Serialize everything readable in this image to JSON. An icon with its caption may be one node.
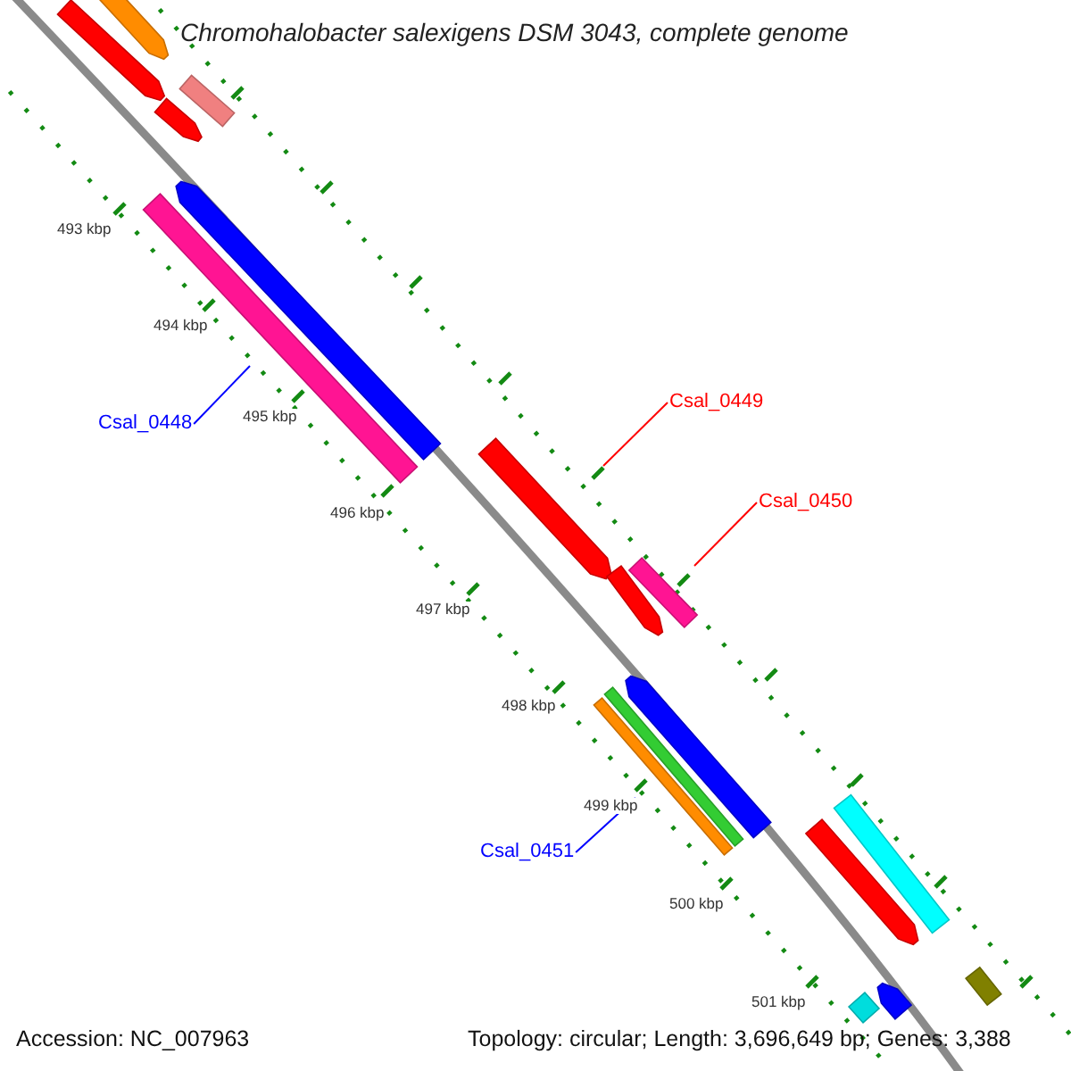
{
  "diagram": {
    "title": "Chromohalobacter salexigens DSM 3043, complete genome",
    "nodes": [
      {
        "text": [
          "Csal_0448"
        ]
      },
      {
        "text": [
          "Csal_0449"
        ]
      },
      {
        "text": [
          "Csal_0450"
        ]
      },
      {
        "text": [
          "Csal_0451"
        ]
      },
      {
        "text": [],
        "shape": "bar"
      },
      {
        "text": [],
        "shape": "bar"
      },
      {
        "text": [],
        "shape": "bar"
      },
      {
        "text": [],
        "shape": "bar"
      },
      {
        "text": [],
        "shape": "bar"
      },
      {
        "text": [],
        "shape": "bar"
      },
      {
        "text": [],
        "shape": "bar"
      },
      {
        "text": [],
        "shape": "bar"
      },
      {
        "text": [],
        "shape": "bar"
      },
      {
        "text": [],
        "shape": "bar"
      },
      {
        "text": [],
        "shape": "bar"
      },
      {
        "text": [],
        "shape": "bar"
      },
      {
        "text": [],
        "shape": "bar"
      },
      {
        "text": [],
        "shape": "bar"
      },
      {
        "text": [],
        "shape": "bar"
      },
      {
        "text": [],
        "shape": "bar"
      },
      {
        "text": [],
        "shape": "bar"
      }
    ],
    "edges": [
      {
        "from": 0,
        "to": 8,
        "arrow": "none",
        "color": "#0000ff"
      },
      {
        "from": 1,
        "to": 10,
        "arrow": "none",
        "color": "#ff0000"
      },
      {
        "from": 2,
        "to": 12,
        "arrow": "none",
        "color": "#ff0000"
      },
      {
        "from": 3,
        "to": 13,
        "arrow": "none",
        "color": "#0000ff"
      }
    ],
    "labels": [
      "493 kbp",
      "494 kbp",
      "495 kbp",
      "496 kbp",
      "497 kbp",
      "498 kbp",
      "499 kbp",
      "500 kbp",
      "501 kbp",
      "Accession: NC_007963",
      "Topology: circular; Length: 3,696,649 bp; Genes: 3,388"
    ]
  }
}
